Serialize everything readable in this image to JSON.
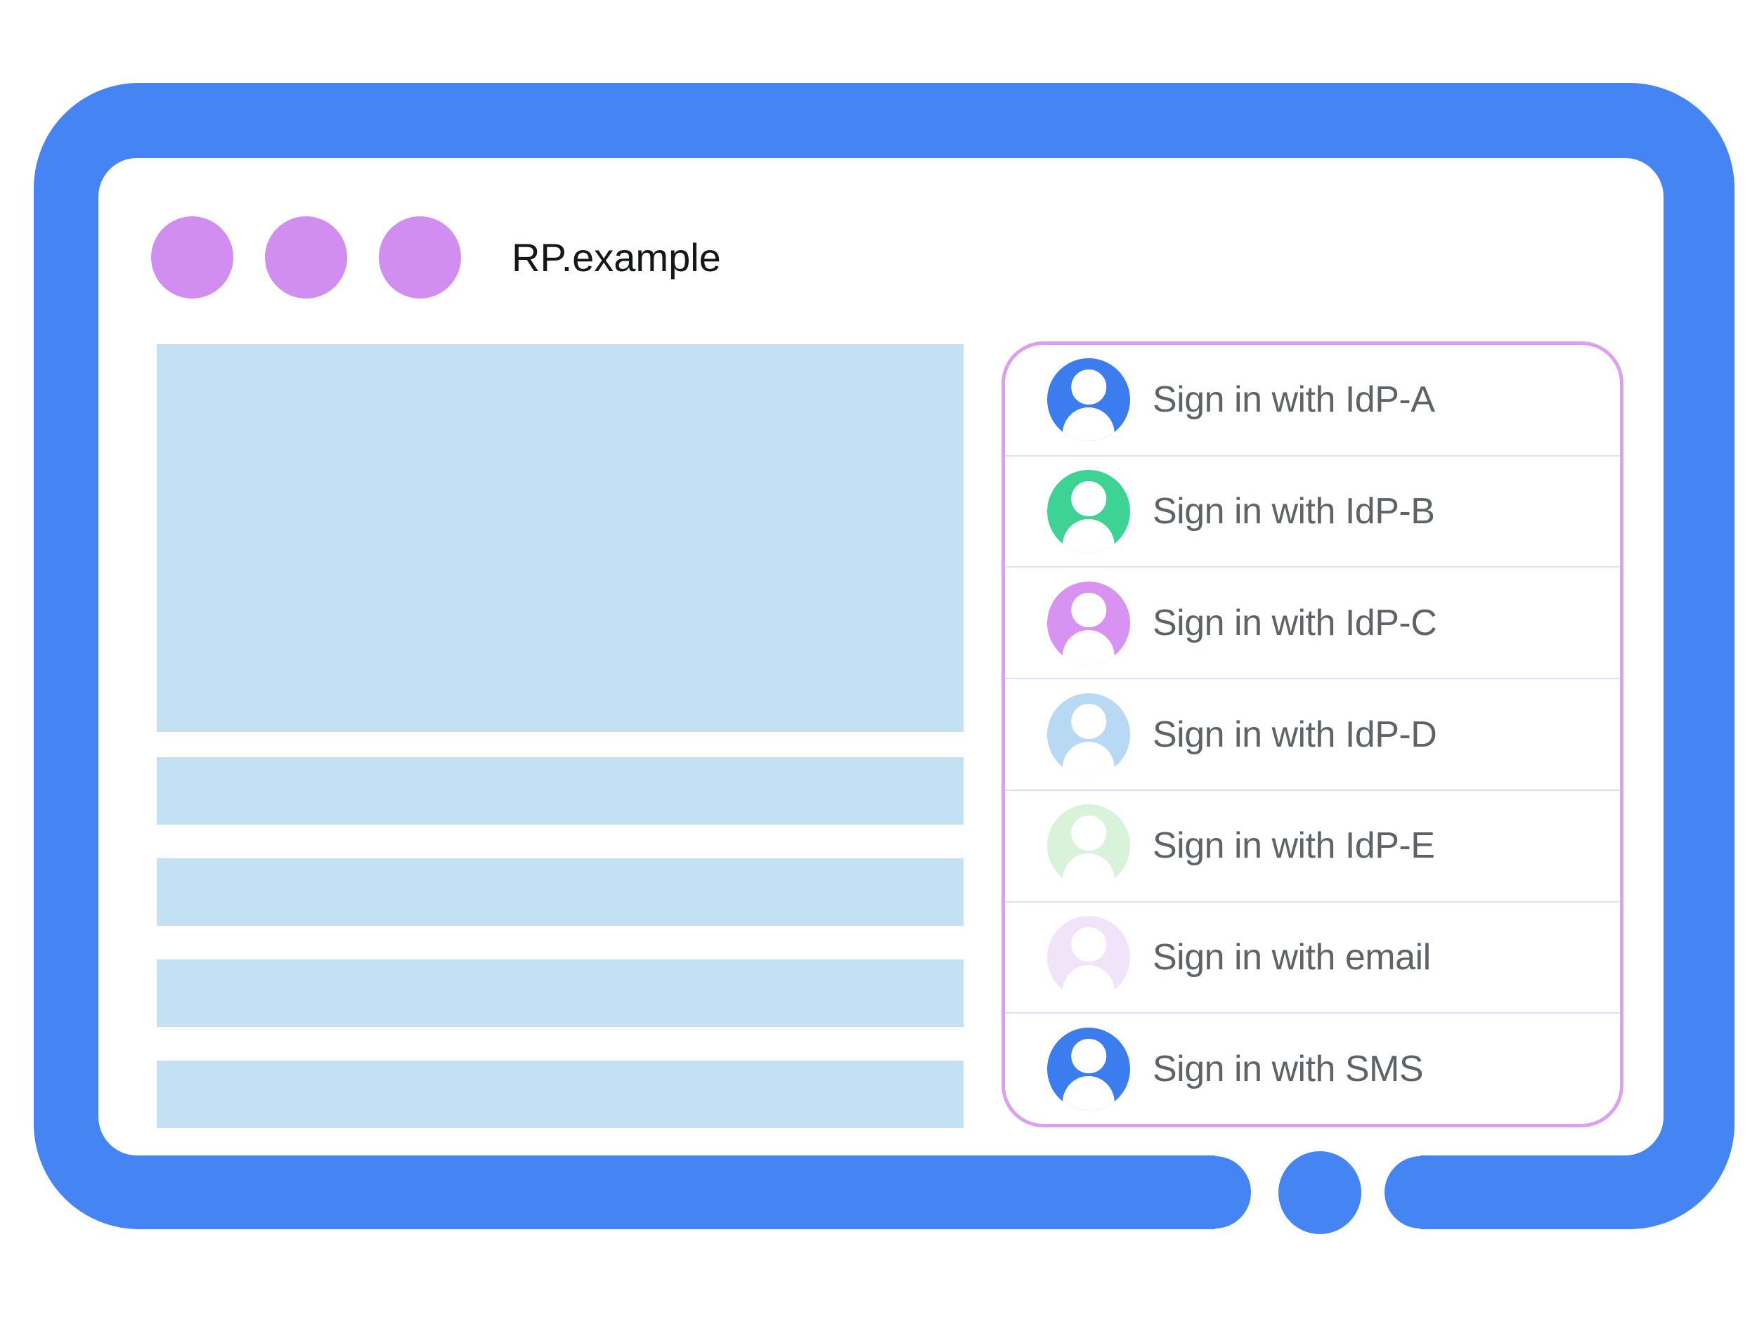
{
  "window": {
    "title": "RP.example",
    "frame_color": "#4484F3",
    "control_dot_color": "#D18EF0",
    "home_button_color": "#4484F3"
  },
  "content": {
    "placeholder_color": "#C4E1F4"
  },
  "signin_panel": {
    "border_color": "#DC9FF2",
    "divider_color": "#F0D9F8",
    "text_color": "#5F6368",
    "items": [
      {
        "label": "Sign in with IdP-A",
        "avatar_icon": "user-avatar-icon",
        "avatar_color": "#3B7CEE"
      },
      {
        "label": "Sign in with IdP-B",
        "avatar_icon": "user-avatar-icon",
        "avatar_color": "#3CD394"
      },
      {
        "label": "Sign in with IdP-C",
        "avatar_icon": "user-avatar-icon",
        "avatar_color": "#D893F2"
      },
      {
        "label": "Sign in with IdP-D",
        "avatar_icon": "user-avatar-icon",
        "avatar_color": "#B7D9F4"
      },
      {
        "label": "Sign in with IdP-E",
        "avatar_icon": "user-avatar-icon",
        "avatar_color": "#D9F2DA"
      },
      {
        "label": "Sign in with email",
        "avatar_icon": "user-avatar-icon",
        "avatar_color": "#F2E4F8"
      },
      {
        "label": "Sign in with SMS",
        "avatar_icon": "user-avatar-icon",
        "avatar_color": "#3B7CEE"
      }
    ]
  }
}
